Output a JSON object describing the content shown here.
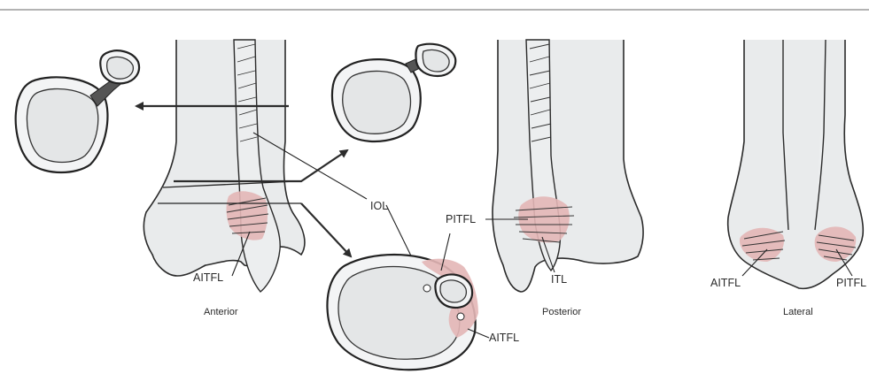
{
  "views": [
    {
      "name": "Anterior"
    },
    {
      "name": "Posterior"
    },
    {
      "name": "Lateral"
    }
  ],
  "labels": {
    "iol": "IOL",
    "aitfl_anterior": "AITFL",
    "pitfl_posterior": "PITFL",
    "itl": "ITL",
    "aitfl_cross_section": "AITFL",
    "aitfl_lateral": "AITFL",
    "pitfl_lateral": "PITFL"
  },
  "colors": {
    "ligament": "#e3b6b6",
    "bone": "#e9ebec",
    "outline": "#2b2b2b"
  }
}
